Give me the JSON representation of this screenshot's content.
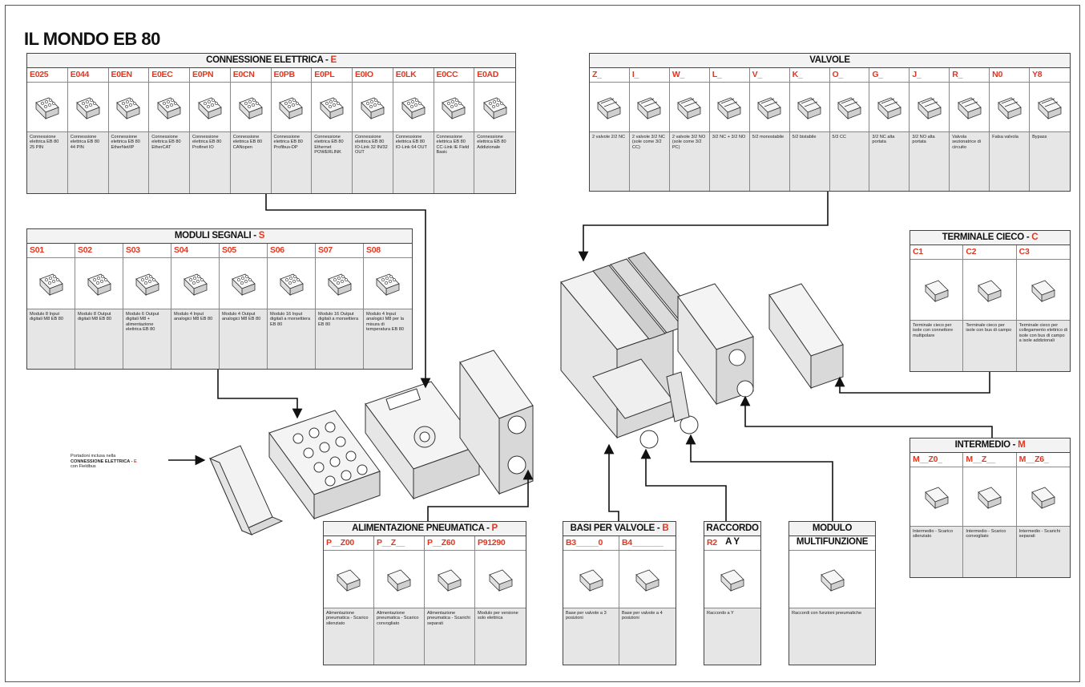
{
  "title": "IL MONDO EB 80",
  "callout": {
    "line1": "Portadoni inclusa nella",
    "line2_bold": "CONNESSIONE ELETTRICA - ",
    "line2_code": "E",
    "line3": "con Fieldbus"
  },
  "panels": {
    "connessione": {
      "title": "CONNESSIONE ELETTRICA - ",
      "suffix": "E",
      "items": [
        {
          "code": "E025",
          "desc": "Connessione elettrica EB 80 25 PIN"
        },
        {
          "code": "E044",
          "desc": "Connessione elettrica EB 80 44 PIN"
        },
        {
          "code": "E0EN",
          "desc": "Connessione elettrica EB 80 EtherNet/IP"
        },
        {
          "code": "E0EC",
          "desc": "Connessione elettrica EB 80 EtherCAT"
        },
        {
          "code": "E0PN",
          "desc": "Connessione elettrica EB 80 Profinet IO"
        },
        {
          "code": "E0CN",
          "desc": "Connessione elettrica EB 80 CANopen"
        },
        {
          "code": "E0PB",
          "desc": "Connessione elettrica EB 80 Profibus-DP"
        },
        {
          "code": "E0PL",
          "desc": "Connessione elettrica EB 80 Ethernet POWERLINK"
        },
        {
          "code": "E0IO",
          "desc": "Connessione elettrica EB 80 IO-Link 32 IN/32 OUT"
        },
        {
          "code": "E0LK",
          "desc": "Connessione elettrica EB 80 IO-Link 64 OUT"
        },
        {
          "code": "E0CC",
          "desc": "Connessione elettrica EB 80 CC-Link IE Field Basic"
        },
        {
          "code": "E0AD",
          "desc": "Connessione elettrica EB 80 Addizionale"
        }
      ]
    },
    "valvole": {
      "title": "VALVOLE",
      "suffix": "",
      "items": [
        {
          "code": "Z_",
          "desc": "2 valvole 2/2 NC"
        },
        {
          "code": "I_",
          "desc": "2 valvole 3/2 NC (sole come 3/2 CC)"
        },
        {
          "code": "W_",
          "desc": "2 valvole 3/2 NO (sole come 3/2 PC)"
        },
        {
          "code": "L_",
          "desc": "3/2 NC + 3/2 NO"
        },
        {
          "code": "V_",
          "desc": "5/2 monostabile"
        },
        {
          "code": "K_",
          "desc": "5/2 bistabile"
        },
        {
          "code": "O_",
          "desc": "5/3 CC"
        },
        {
          "code": "G_",
          "desc": "3/2 NC alta portata"
        },
        {
          "code": "J_",
          "desc": "3/2 NO alta portata"
        },
        {
          "code": "R_",
          "desc": "Valvola sezionatrice di circuito"
        },
        {
          "code": "N0",
          "desc": "Falsa valvola"
        },
        {
          "code": "Y8",
          "desc": "Bypass"
        }
      ]
    },
    "moduli": {
      "title": "MODULI SEGNALI - ",
      "suffix": "S",
      "items": [
        {
          "code": "S01",
          "desc": "Modulo 8 Input digitali M8 EB 80"
        },
        {
          "code": "S02",
          "desc": "Modulo 8 Output digitali M8 EB 80"
        },
        {
          "code": "S03",
          "desc": "Modulo 6 Output digitali M8 + alimentazione elettrica EB 80"
        },
        {
          "code": "S04",
          "desc": "Modulo 4 Input analogici M8 EB 80"
        },
        {
          "code": "S05",
          "desc": "Modulo 4 Output analogici M8 EB 80"
        },
        {
          "code": "S06",
          "desc": "Modulo 16 Input digitali a morsettiera EB 80"
        },
        {
          "code": "S07",
          "desc": "Modulo 16 Output digitali a morsettiera EB 80"
        },
        {
          "code": "S08",
          "desc": "Modulo 4 Input analogici M8 per la misura di temperatura EB 80"
        }
      ]
    },
    "terminale": {
      "title": "TERMINALE CIECO - ",
      "suffix": "C",
      "items": [
        {
          "code": "C1",
          "desc": "Terminale cieco per isole con connettore multipolare"
        },
        {
          "code": "C2",
          "desc": "Terminale cieco per isole con bus di campo"
        },
        {
          "code": "C3",
          "desc": "Terminale cieco per collegamento elettrico di isole con bus di campo a isole addizionali"
        }
      ]
    },
    "intermedio": {
      "title": "INTERMEDIO - ",
      "suffix": "M",
      "items": [
        {
          "code": "M__Z0_",
          "desc": "Intermedio - Scarico silenziato"
        },
        {
          "code": "M__Z__",
          "desc": "Intermedio - Scarico convogliato"
        },
        {
          "code": "M__Z6_",
          "desc": "Intermedio - Scarichi separati"
        }
      ]
    },
    "alimentazione": {
      "title": "ALIMENTAZIONE PNEUMATICA - ",
      "suffix": "P",
      "items": [
        {
          "code": "P__Z00",
          "desc": "Alimentazione pneumatica - Scarico silenziato"
        },
        {
          "code": "P__Z__",
          "desc": "Alimentazione pneumatica - Scarico convogliato"
        },
        {
          "code": "P__Z60",
          "desc": "Alimentazione pneumatica - Scarichi separati"
        },
        {
          "code": "P91290",
          "desc": "Modulo per versione solo elettrica"
        }
      ]
    },
    "basi": {
      "title": "BASI PER VALVOLE - ",
      "suffix": "B",
      "items": [
        {
          "code": "B3_____0",
          "desc": "Base per valvole a 3 posizioni"
        },
        {
          "code": "B4_______",
          "desc": "Base per valvole a 4 posizioni"
        }
      ]
    },
    "raccordo": {
      "title": "RACCORDO A Y",
      "suffix": "",
      "items": [
        {
          "code": "R2",
          "desc": "Raccordo a Y"
        }
      ]
    },
    "modulo": {
      "title": "MODULO MULTIFUNZIONE",
      "suffix": "",
      "items": [
        {
          "code": "",
          "desc": "Raccordi con funzioni pneumatiche"
        }
      ]
    }
  },
  "colors": {
    "accent": "#e3361f",
    "desc_bg": "#e6e6e6",
    "border": "#444444",
    "line": "#111111"
  }
}
